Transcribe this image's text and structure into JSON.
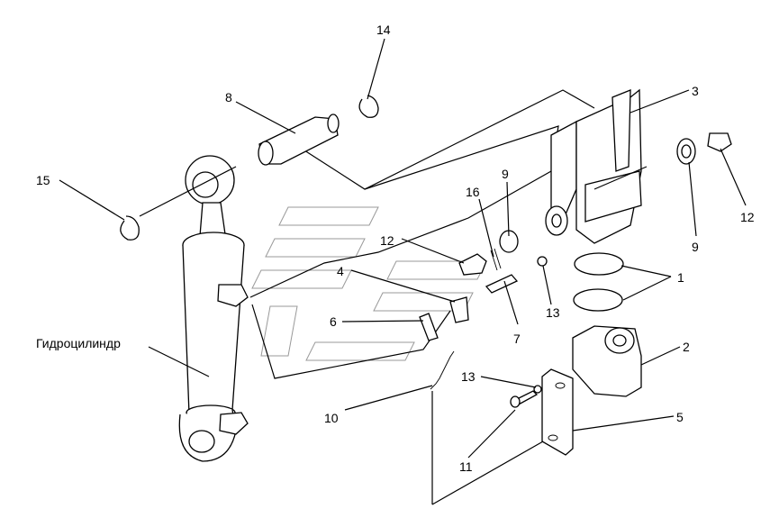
{
  "diagram": {
    "title": "",
    "callouts": [
      {
        "id": "1",
        "label": "1"
      },
      {
        "id": "2",
        "label": "2"
      },
      {
        "id": "3",
        "label": "3"
      },
      {
        "id": "4",
        "label": "4"
      },
      {
        "id": "5",
        "label": "5"
      },
      {
        "id": "6",
        "label": "6"
      },
      {
        "id": "7",
        "label": "7"
      },
      {
        "id": "8",
        "label": "8"
      },
      {
        "id": "9a",
        "label": "9"
      },
      {
        "id": "9b",
        "label": "9"
      },
      {
        "id": "10",
        "label": "10"
      },
      {
        "id": "11",
        "label": "11"
      },
      {
        "id": "12a",
        "label": "12"
      },
      {
        "id": "12b",
        "label": "12"
      },
      {
        "id": "13a",
        "label": "13"
      },
      {
        "id": "13b",
        "label": "13"
      },
      {
        "id": "14",
        "label": "14"
      },
      {
        "id": "15",
        "label": "15"
      },
      {
        "id": "16",
        "label": "16"
      }
    ],
    "cylinder_label": "Гидроцилиндр"
  }
}
